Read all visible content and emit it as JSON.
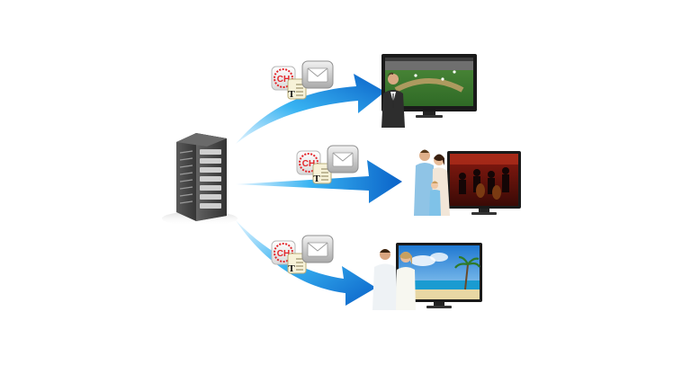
{
  "diagram": {
    "source": {
      "label": "",
      "icon": "server-rack-icon"
    },
    "targets": [
      {
        "name": "display-sports",
        "icon_group": [
          "channel-icon",
          "text-icon",
          "message-icon"
        ],
        "screen_theme": "baseball-broadcast",
        "viewer": "presenter"
      },
      {
        "name": "display-concert",
        "icon_group": [
          "channel-icon",
          "text-icon",
          "message-icon"
        ],
        "screen_theme": "orchestra-performance",
        "viewer": "family"
      },
      {
        "name": "display-beach",
        "icon_group": [
          "channel-icon",
          "text-icon",
          "message-icon"
        ],
        "screen_theme": "tropical-beach",
        "viewer": "couple"
      }
    ],
    "icon_labels": {
      "channel": "CH",
      "text": "T"
    },
    "colors": {
      "arrow_light": "#bfe7ff",
      "arrow_mid": "#29a9ef",
      "arrow_dark": "#0a5fc4",
      "tv_frame": "#1a1a1a",
      "server_body": "#3a3a3a",
      "channel_red": "#e3262b"
    }
  }
}
